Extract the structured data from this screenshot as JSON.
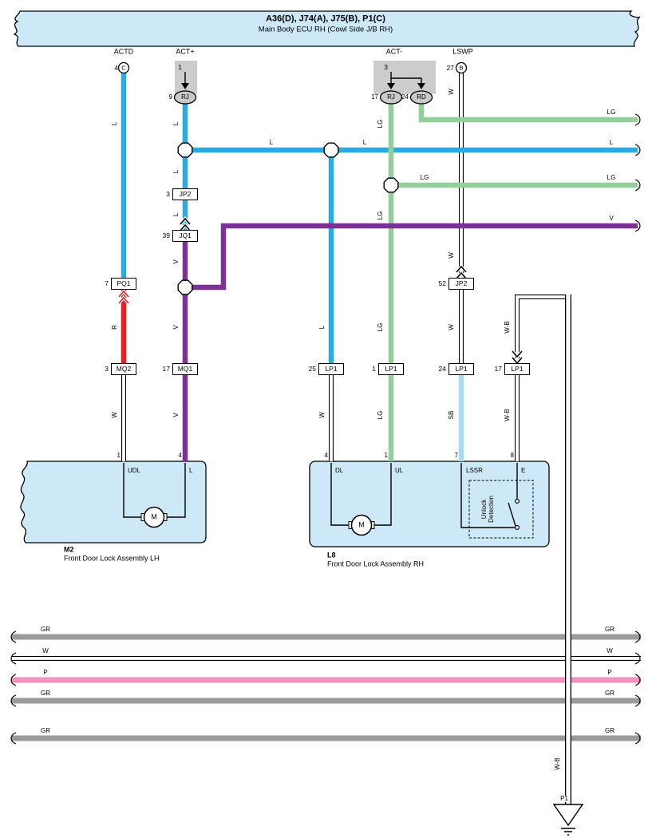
{
  "header": {
    "codes": "A36(D), J74(A), J75(B), P1(C)",
    "name": "Main Body ECU RH (Cowl Side J/B RH)"
  },
  "ecu_pins": {
    "actd": {
      "name": "ACTD",
      "pin": "4",
      "code": "C"
    },
    "act_plus": {
      "name": "ACT+",
      "pin": "1"
    },
    "act_minus": {
      "name": "ACT-",
      "pin": "3"
    },
    "lswp": {
      "name": "LSWP",
      "pin": "27",
      "code": "B"
    }
  },
  "junction_connectors": {
    "rj_act_plus": {
      "pin": "9",
      "name": "RJ"
    },
    "rj_act_minus": {
      "pin": "17",
      "name": "RJ"
    },
    "rd_act_minus": {
      "pin": "24",
      "name": "RD"
    }
  },
  "connectors": {
    "jp2_a": {
      "pin": "3",
      "name": "JP2"
    },
    "jq1": {
      "pin": "39",
      "name": "JQ1"
    },
    "pq1": {
      "pin": "7",
      "name": "PQ1"
    },
    "mq2": {
      "pin": "3",
      "name": "MQ2"
    },
    "mq1": {
      "pin": "17",
      "name": "MQ1"
    },
    "lp1_dl": {
      "pin": "25",
      "name": "LP1"
    },
    "lp1_ul": {
      "pin": "1",
      "name": "LP1"
    },
    "jp2_b": {
      "pin": "52",
      "name": "JP2"
    },
    "lp1_lssr": {
      "pin": "24",
      "name": "LP1"
    },
    "lp1_e": {
      "pin": "17",
      "name": "LP1"
    }
  },
  "wire_codes": {
    "l": "L",
    "lg": "LG",
    "v": "V",
    "r": "R",
    "w": "W",
    "sb": "SB",
    "wb": "W-B",
    "gr": "GR",
    "p": "P"
  },
  "components": {
    "m2": {
      "id": "M2",
      "name": "Front Door Lock Assembly LH",
      "motor": "M",
      "terminals": [
        {
          "pin": "1",
          "name": "UDL"
        },
        {
          "pin": "4",
          "name": "L"
        }
      ]
    },
    "l8": {
      "id": "L8",
      "name": "Front Door Lock Assembly RH",
      "motor": "M",
      "switch_line1": "Unlock",
      "switch_line2": "Detection",
      "terminals": [
        {
          "pin": "4",
          "name": "DL"
        },
        {
          "pin": "1",
          "name": "UL"
        },
        {
          "pin": "7",
          "name": "LSSR"
        },
        {
          "pin": "8",
          "name": "E"
        }
      ]
    }
  },
  "ground": {
    "label": "P1"
  },
  "colors": {
    "l_blue": "#29abe2",
    "lg_green": "#94ce9a",
    "v_violet": "#7b3294",
    "r_red": "#ec1c24",
    "sb_skyblue": "#a8dcf4",
    "p_pink": "#f390bb",
    "gr_gray": "#9a9a9a",
    "box_fill": "#cde9f8",
    "shade": "#cccccc",
    "oval_fill": "#c9c9c9"
  }
}
